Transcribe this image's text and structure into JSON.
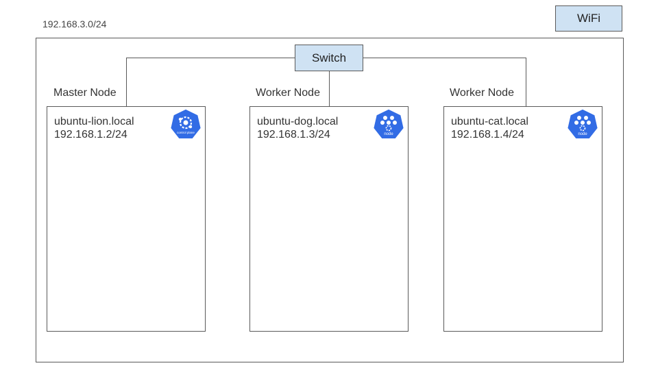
{
  "network": {
    "subnet": "192.168.3.0/24"
  },
  "wifi": {
    "label": "WiFi"
  },
  "switch": {
    "label": "Switch"
  },
  "nodes": [
    {
      "role": "Master Node",
      "hostname": "ubuntu-lion.local",
      "ip": "192.168.1.2/24",
      "icon": "control-plane-icon",
      "icon_label": "control plane"
    },
    {
      "role": "Worker Node",
      "hostname": "ubuntu-dog.local",
      "ip": "192.168.1.3/24",
      "icon": "node-icon",
      "icon_label": "node"
    },
    {
      "role": "Worker Node",
      "hostname": "ubuntu-cat.local",
      "ip": "192.168.1.4/24",
      "icon": "node-icon",
      "icon_label": "node"
    }
  ],
  "colors": {
    "box_fill": "#cfe2f3",
    "border": "#595959",
    "k8s_blue": "#326ce5"
  }
}
